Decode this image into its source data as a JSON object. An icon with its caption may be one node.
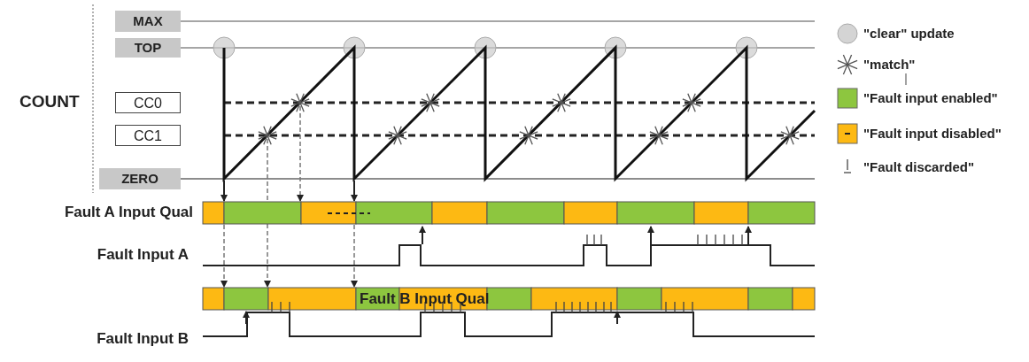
{
  "diagram": {
    "labels": [
      "MAX",
      "TOP",
      "COUNT",
      "CC0",
      "CC1",
      "ZERO",
      "Fault A Input Qual",
      "Fault Input A",
      "Fault B Input Qual",
      "Fault Input B"
    ],
    "legend": [
      {
        "text": "\"clear\" update"
      },
      {
        "text": "\"match\""
      },
      {
        "text": "\"Fault input enabled\"",
        "color": "#8dc63f"
      },
      {
        "text": "\"Fault input disabled\"",
        "color": "#fdb913"
      },
      {
        "text": "\"Fault discarded\""
      }
    ]
  }
}
